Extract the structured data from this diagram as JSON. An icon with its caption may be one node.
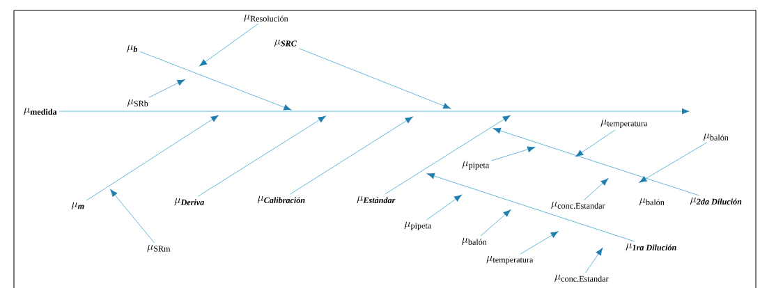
{
  "diagram": {
    "nodes": [
      {
        "text": [
          "\\mu_{\\text{medida}}"
        ]
      },
      {
        "text": [
          "\\mu_{\\text{b}}"
        ]
      },
      {
        "text": [
          "\\mu_{\\text{Resolución}}"
        ]
      },
      {
        "text": [
          "\\mu_{\\text{SRb}}"
        ]
      },
      {
        "text": [
          "\\mu_{\\text{SRC}}"
        ]
      },
      {
        "text": [
          "\\mu_{\\text{m}}"
        ]
      },
      {
        "text": [
          "\\mu_{\\text{SRm}}"
        ]
      },
      {
        "text": [
          "\\mu_{\\text{Deriva}}"
        ]
      },
      {
        "text": [
          "\\mu_{\\text{Calibración}}"
        ]
      },
      {
        "text": [
          "\\mu_{\\text{Estándar}}"
        ]
      },
      {
        "text": [
          "\\mu_{\\text{temperatura}}"
        ]
      },
      {
        "text": [
          "\\mu_{\\text{balón}}"
        ]
      },
      {
        "text": [
          "\\mu_{\\text{pipeta}}"
        ]
      },
      {
        "text": [
          "\\mu_{\\text{conc.Estandar}}"
        ]
      },
      {
        "text": [
          "\\mu_{\\text{2da Dilución}}"
        ]
      },
      {
        "text": [
          "\\mu_{\\text{pipeta}}"
        ]
      },
      {
        "text": [
          "\\mu_{\\text{balón}}"
        ]
      },
      {
        "text": [
          "\\mu_{\\text{temperatura}}"
        ]
      },
      {
        "text": [
          "\\mu_{\\text{1ra Dilución}}"
        ]
      },
      {
        "text": [
          "\\mu_{\\text{conc.Estandar}}"
        ]
      }
    ],
    "edges": [
      {
        "from": 0,
        "to": null,
        "arrow": "to"
      },
      {
        "from": 1,
        "to": null,
        "arrow": "to"
      },
      {
        "from": 2,
        "to": null,
        "arrow": "to"
      },
      {
        "from": 3,
        "to": null,
        "arrow": "to"
      },
      {
        "from": 4,
        "to": null,
        "arrow": "to"
      },
      {
        "from": 5,
        "to": null,
        "arrow": "to"
      },
      {
        "from": 6,
        "to": null,
        "arrow": "to"
      },
      {
        "from": 7,
        "to": null,
        "arrow": "to"
      },
      {
        "from": 8,
        "to": null,
        "arrow": "to"
      },
      {
        "from": 9,
        "to": null,
        "arrow": "to"
      },
      {
        "from": 14,
        "to": null,
        "arrow": "to"
      },
      {
        "from": 10,
        "to": null,
        "arrow": "to"
      },
      {
        "from": 11,
        "to": null,
        "arrow": "to"
      },
      {
        "from": 12,
        "to": null,
        "arrow": "to"
      },
      {
        "from": 13,
        "to": null,
        "arrow": "to"
      },
      {
        "from": 18,
        "to": null,
        "arrow": "to"
      },
      {
        "from": 15,
        "to": null,
        "arrow": "to"
      },
      {
        "from": 16,
        "to": null,
        "arrow": "to"
      },
      {
        "from": 17,
        "to": null,
        "arrow": "to"
      },
      {
        "from": 19,
        "to": null,
        "arrow": "to"
      }
    ],
    "labels": [
      "\\mu_{\\text{balón}}"
    ]
  }
}
